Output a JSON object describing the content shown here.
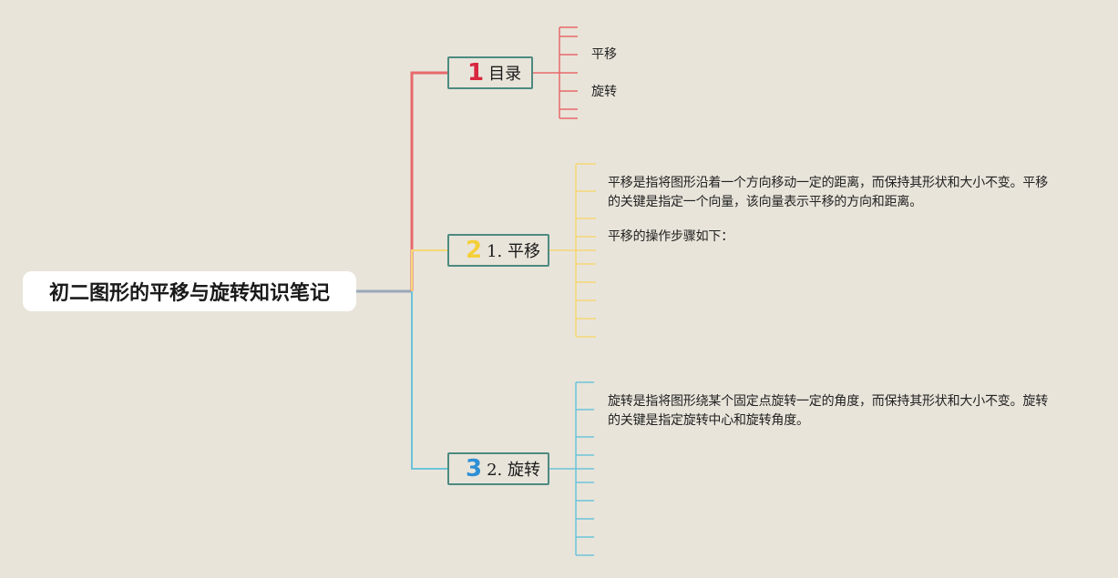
{
  "root": {
    "title": "初二图形的平移与旋转知识笔记"
  },
  "colors": {
    "background": "#e8e4da",
    "branch_border": "#4d8a80",
    "branch1": "#e8696b",
    "branch2": "#f5d774",
    "branch3": "#6cc3d9",
    "root_connector": "#9aa8b8"
  },
  "branches": [
    {
      "number": "1",
      "number_color": "#d9263f",
      "label": "目录",
      "children": [
        "平移",
        "旋转"
      ]
    },
    {
      "number": "2",
      "number_color": "#f5cf3a",
      "label": "1. 平移",
      "paragraphs": [
        "平移是指将图形沿着一个方向移动一定的距离，而保持其形状和大小不变。平移的关键是指定一个向量，该向量表示平移的方向和距离。",
        "平移的操作步骤如下："
      ]
    },
    {
      "number": "3",
      "number_color": "#2e8fd6",
      "label": "2. 旋转",
      "paragraphs": [
        "旋转是指将图形绕某个固定点旋转一定的角度，而保持其形状和大小不变。旋转的关键是指定旋转中心和旋转角度。"
      ]
    }
  ]
}
